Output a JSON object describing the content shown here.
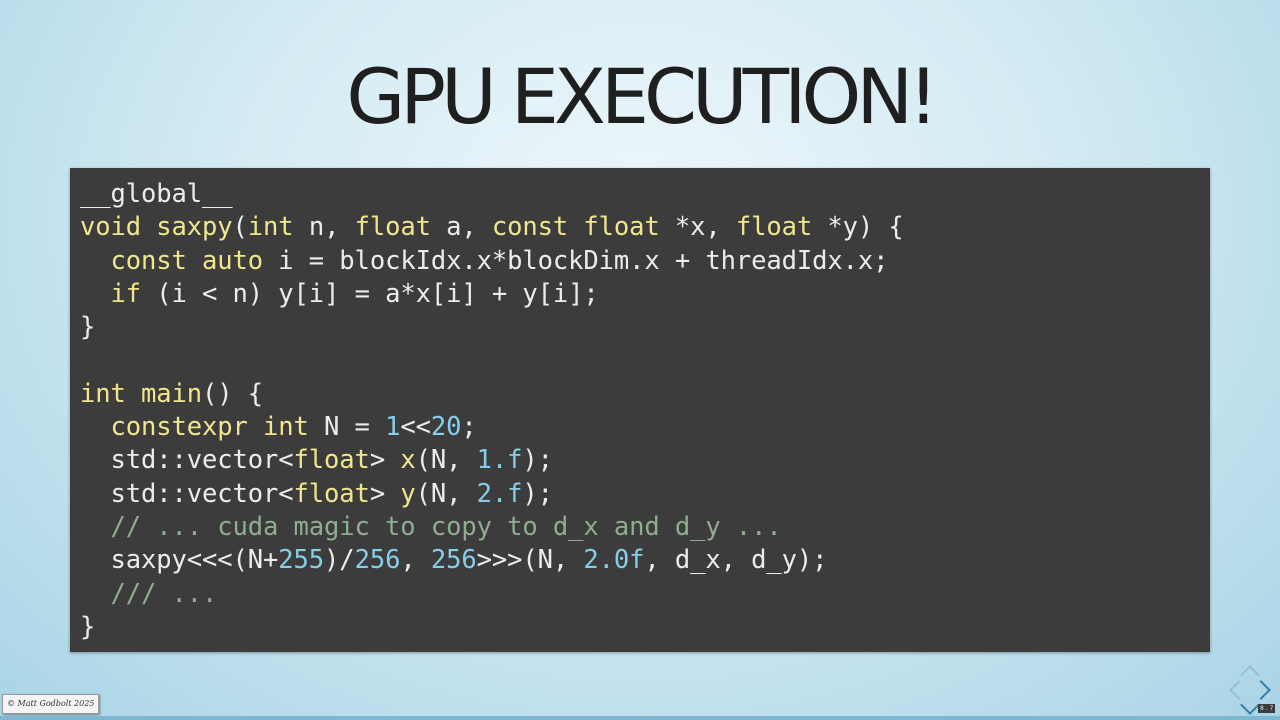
{
  "slide": {
    "title": "GPU EXECUTION!",
    "slide_number": "8 . 7",
    "copyright": "© Matt Godbolt 2025"
  },
  "code": {
    "language": "cuda",
    "lines": [
      [
        {
          "t": "__global__",
          "c": "plain"
        }
      ],
      [
        {
          "t": "void saxpy",
          "c": "kw"
        },
        {
          "t": "(",
          "c": "plain"
        },
        {
          "t": "int",
          "c": "kw"
        },
        {
          "t": " n, ",
          "c": "plain"
        },
        {
          "t": "float",
          "c": "kw"
        },
        {
          "t": " a, ",
          "c": "plain"
        },
        {
          "t": "const float",
          "c": "kw"
        },
        {
          "t": " *x, ",
          "c": "plain"
        },
        {
          "t": "float",
          "c": "kw"
        },
        {
          "t": " *y) {",
          "c": "plain"
        }
      ],
      [
        {
          "t": "  ",
          "c": "plain"
        },
        {
          "t": "const auto",
          "c": "kw"
        },
        {
          "t": " i = blockIdx.x*blockDim.x + threadIdx.x;",
          "c": "plain"
        }
      ],
      [
        {
          "t": "  ",
          "c": "plain"
        },
        {
          "t": "if",
          "c": "kw"
        },
        {
          "t": " (i < n) y[i] = a*x[i] + y[i];",
          "c": "plain"
        }
      ],
      [
        {
          "t": "}",
          "c": "plain"
        }
      ],
      [
        {
          "t": "",
          "c": "plain"
        }
      ],
      [
        {
          "t": "int main",
          "c": "kw"
        },
        {
          "t": "() {",
          "c": "plain"
        }
      ],
      [
        {
          "t": "  ",
          "c": "plain"
        },
        {
          "t": "constexpr int",
          "c": "kw"
        },
        {
          "t": " N = ",
          "c": "plain"
        },
        {
          "t": "1",
          "c": "num"
        },
        {
          "t": "<<",
          "c": "plain"
        },
        {
          "t": "20",
          "c": "num"
        },
        {
          "t": ";",
          "c": "plain"
        }
      ],
      [
        {
          "t": "  std::vector<",
          "c": "plain"
        },
        {
          "t": "float",
          "c": "kw"
        },
        {
          "t": "> ",
          "c": "plain"
        },
        {
          "t": "x",
          "c": "kw"
        },
        {
          "t": "(N, ",
          "c": "plain"
        },
        {
          "t": "1.f",
          "c": "num"
        },
        {
          "t": ");",
          "c": "plain"
        }
      ],
      [
        {
          "t": "  std::vector<",
          "c": "plain"
        },
        {
          "t": "float",
          "c": "kw"
        },
        {
          "t": "> ",
          "c": "plain"
        },
        {
          "t": "y",
          "c": "kw"
        },
        {
          "t": "(N, ",
          "c": "plain"
        },
        {
          "t": "2.f",
          "c": "num"
        },
        {
          "t": ");",
          "c": "plain"
        }
      ],
      [
        {
          "t": "  ",
          "c": "plain"
        },
        {
          "t": "// ... cuda magic to copy to d_x and d_y ...",
          "c": "comment"
        }
      ],
      [
        {
          "t": "  saxpy<<<(N+",
          "c": "plain"
        },
        {
          "t": "255",
          "c": "num"
        },
        {
          "t": ")/",
          "c": "plain"
        },
        {
          "t": "256",
          "c": "num"
        },
        {
          "t": ", ",
          "c": "plain"
        },
        {
          "t": "256",
          "c": "num"
        },
        {
          "t": ">>>(N, ",
          "c": "plain"
        },
        {
          "t": "2.0f",
          "c": "num"
        },
        {
          "t": ", d_x, d_y);",
          "c": "plain"
        }
      ],
      [
        {
          "t": "  ",
          "c": "plain"
        },
        {
          "t": "/// ...",
          "c": "comment"
        }
      ],
      [
        {
          "t": "}",
          "c": "plain"
        }
      ]
    ]
  },
  "colors": {
    "keyword": "#f0e68c",
    "number": "#87ceeb",
    "comment": "#8fad8f",
    "plain": "#ececec",
    "code_background": "#3c3c3c"
  },
  "nav": {
    "icons": [
      "nav-up-icon",
      "nav-left-icon",
      "nav-right-icon",
      "nav-down-icon"
    ]
  }
}
